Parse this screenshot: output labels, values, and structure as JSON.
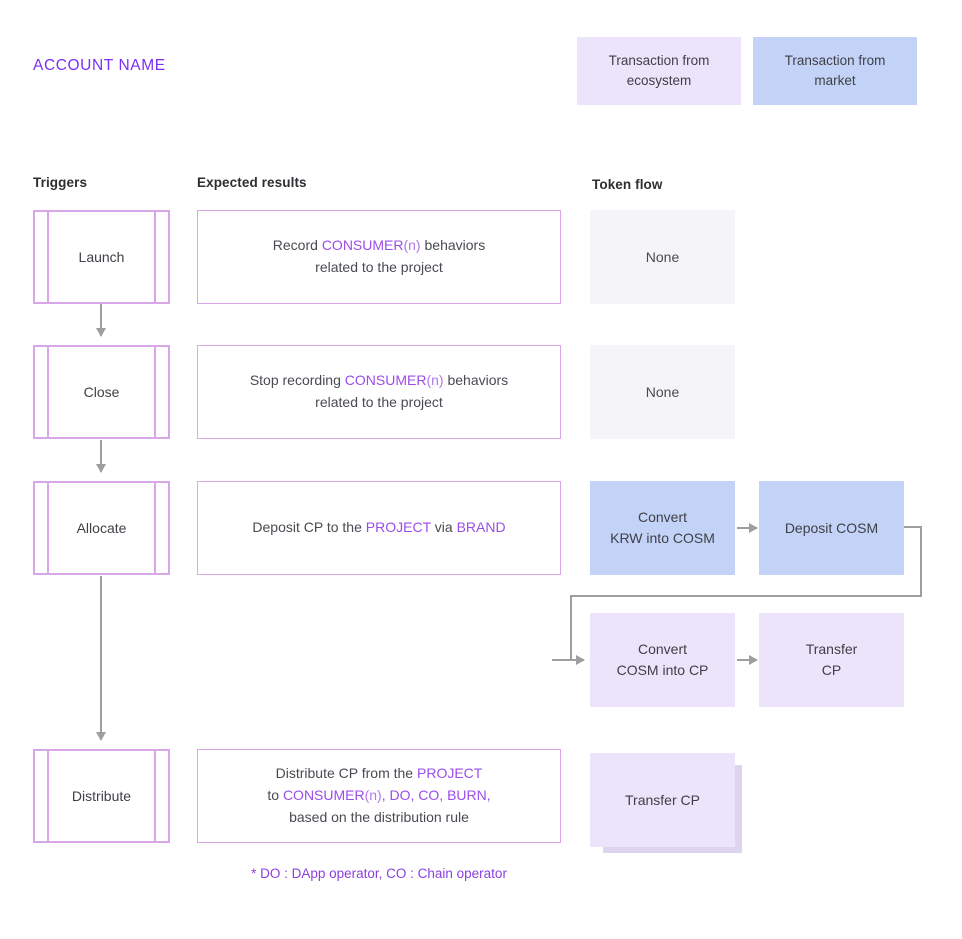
{
  "title": "ACCOUNT NAME",
  "legend": [
    {
      "id": "ecosystem",
      "label": "Transaction from ecosystem",
      "color": "#ece4fb"
    },
    {
      "id": "market",
      "label": "Transaction from market",
      "color": "#c3d3f7"
    }
  ],
  "columns": {
    "triggers": "Triggers",
    "expected_results": "Expected results",
    "token_flow": "Token flow"
  },
  "rows": [
    {
      "trigger": "Launch",
      "result_parts": [
        {
          "text": "Record ",
          "style": "normal"
        },
        {
          "text": "CONSUMER",
          "style": "highlight"
        },
        {
          "text": "(n)",
          "style": "highlight-light"
        },
        {
          "text": " behaviors",
          "style": "normal"
        },
        {
          "text": "\nrelated to the project",
          "style": "normal"
        }
      ],
      "token_flow": "None"
    },
    {
      "trigger": "Close",
      "result_parts": [
        {
          "text": "Stop recording ",
          "style": "normal"
        },
        {
          "text": "CONSUMER",
          "style": "highlight"
        },
        {
          "text": "(n)",
          "style": "highlight-light"
        },
        {
          "text": " behaviors",
          "style": "normal"
        },
        {
          "text": "\nrelated to the project",
          "style": "normal"
        }
      ],
      "token_flow": "None"
    },
    {
      "trigger": "Allocate",
      "result_parts": [
        {
          "text": "Deposit CP to the ",
          "style": "normal"
        },
        {
          "text": "PROJECT",
          "style": "highlight"
        },
        {
          "text": " via ",
          "style": "normal"
        },
        {
          "text": "BRAND",
          "style": "highlight"
        }
      ],
      "token_flow": "Convert KRW into COSM / Deposit COSM / Convert COSM into CP / Transfer CP"
    },
    {
      "trigger": "Distribute",
      "result_parts": [
        {
          "text": "Distribute CP from the ",
          "style": "normal"
        },
        {
          "text": "PROJECT",
          "style": "highlight"
        },
        {
          "text": "\nto ",
          "style": "normal"
        },
        {
          "text": "CONSUMER",
          "style": "highlight"
        },
        {
          "text": "(n)",
          "style": "highlight-light"
        },
        {
          "text": ", ",
          "style": "highlight"
        },
        {
          "text": "DO, CO, BURN,",
          "style": "highlight"
        },
        {
          "text": "\nbased on the distribution rule",
          "style": "normal"
        }
      ],
      "token_flow": "Transfer CP"
    }
  ],
  "result_text": {
    "launch_line1_a": "Record ",
    "launch_line1_b": "CONSUMER",
    "launch_line1_c": "(n)",
    "launch_line1_d": " behaviors",
    "launch_line2": "related to the project",
    "close_line1_a": "Stop recording ",
    "close_line1_b": "CONSUMER",
    "close_line1_c": "(n)",
    "close_line1_d": " behaviors",
    "close_line2": "related to the project",
    "allocate_a": "Deposit CP to the ",
    "allocate_b": "PROJECT",
    "allocate_c": " via ",
    "allocate_d": "BRAND",
    "distribute_line1_a": "Distribute CP from the ",
    "distribute_line1_b": "PROJECT",
    "distribute_line2_a": "to ",
    "distribute_line2_b": "CONSUMER",
    "distribute_line2_c": "(n)",
    "distribute_line2_d": ", DO, CO, BURN,",
    "distribute_line3": "based on the distribution rule"
  },
  "triggers": {
    "launch": "Launch",
    "close": "Close",
    "allocate": "Allocate",
    "distribute": "Distribute"
  },
  "token_flow_boxes": {
    "none_launch": "None",
    "none_close": "None",
    "convert_krw_line1": "Convert",
    "convert_krw_line2": "KRW into COSM",
    "deposit_cosm": "Deposit COSM",
    "convert_cosm_line1": "Convert",
    "convert_cosm_line2": "COSM into CP",
    "transfer_cp_line1": "Transfer",
    "transfer_cp_line2": "CP",
    "transfer_cp_final": "Transfer CP"
  },
  "footnote": "* DO : DApp operator, CO : Chain operator",
  "colors": {
    "accent_purple": "#7b2ff2",
    "highlight_purple": "#9b4dea",
    "box_border_purple": "#d9a6e8",
    "ecosystem_fill": "#ece4fb",
    "market_fill": "#c3d3f7",
    "none_fill": "#f5f5f7",
    "connector_gray": "#9e9e9e"
  }
}
